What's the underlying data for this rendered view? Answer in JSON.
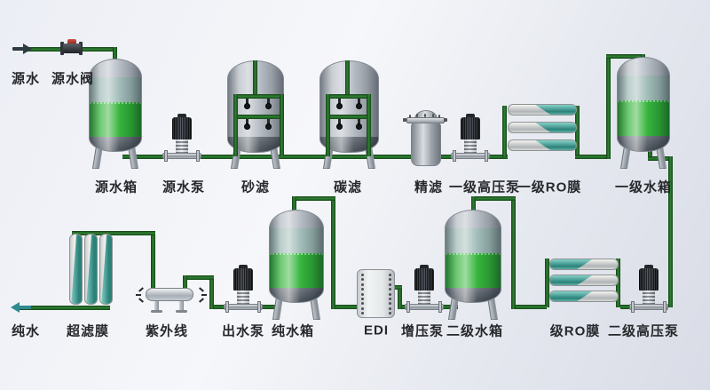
{
  "labels": {
    "source_water": "源水",
    "source_water_valve": "源水阀",
    "source_water_tank": "源水箱",
    "source_water_pump": "源水泵",
    "sand_filter": "砂滤",
    "carbon_filter": "碳滤",
    "fine_filter": "精滤",
    "stage1_hp_pump": "一级高压泵",
    "stage1_ro_membrane": "一级RO膜",
    "stage1_tank": "一级水箱",
    "pure_water": "纯水",
    "uf_membrane": "超滤膜",
    "uv_sterilizer": "紫外线",
    "outlet_pump": "出水泵",
    "pure_water_tank": "纯水箱",
    "edi": "EDI",
    "booster_pump": "增压泵",
    "stage2_tank": "二级水箱",
    "stage2_ro_membrane": "级RO膜",
    "stage2_hp_pump": "二级高压泵"
  },
  "colors": {
    "pipe_green": "#2f8033",
    "water_green": "#2cb133",
    "tank_teal_band": "#9db9b5",
    "membrane_teal": "#2b8279",
    "steel_gray": "#b2b9c1",
    "valve_red": "#b8352c",
    "motor_black": "#15171a",
    "background": "#edeff5",
    "label_text": "#26282b"
  }
}
